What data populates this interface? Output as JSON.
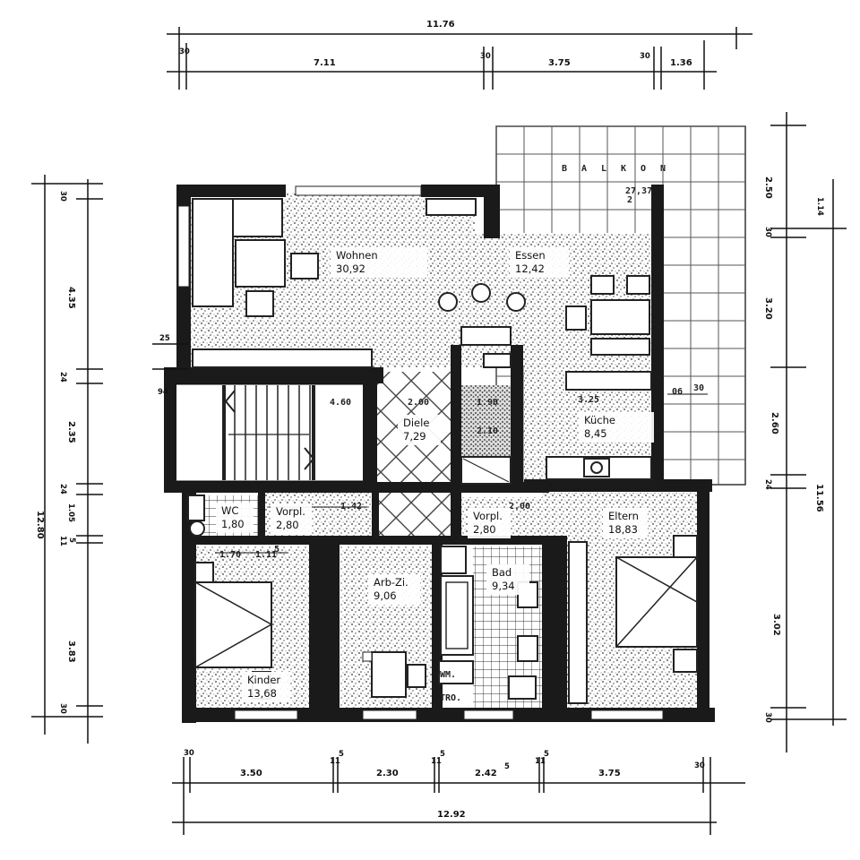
{
  "balcony": {
    "title": "BALKON",
    "area": "27,37",
    "area_fraction": "2"
  },
  "rooms": {
    "wohnen": {
      "name": "Wohnen",
      "area": "30,92"
    },
    "essen": {
      "name": "Essen",
      "area": "12,42"
    },
    "diele": {
      "name": "Diele",
      "area": "7,29"
    },
    "kueche": {
      "name": "Küche",
      "area": "8,45"
    },
    "wc": {
      "name": "WC",
      "area": "1,80"
    },
    "vorpl_left": {
      "name": "Vorpl.",
      "area": "2,80"
    },
    "vorpl_right": {
      "name": "Vorpl.",
      "area": "2,80"
    },
    "eltern": {
      "name": "Eltern",
      "area": "18,83"
    },
    "arbzi": {
      "name": "Arb-Zi.",
      "area": "9,06"
    },
    "bad": {
      "name": "Bad",
      "area": "9,34"
    },
    "kinder": {
      "name": "Kinder",
      "area": "13,68"
    }
  },
  "top_dims": {
    "total": "11.76",
    "a": "30",
    "b": "7.11",
    "c": "30",
    "d": "3.75",
    "e": "30",
    "f": "1.36"
  },
  "bottom_dims": {
    "total": "12.92",
    "a": "30",
    "b": "3.50",
    "c": "11",
    "c_sup": "5",
    "d": "2.30",
    "e": "11",
    "e_sup": "5",
    "f": "2.42",
    "f_sup": "5",
    "g": "11",
    "g_sup": "5",
    "h": "3.75",
    "i": "30"
  },
  "left_dims": {
    "total": "12.80",
    "a": "30",
    "b": "4.35",
    "c": "24",
    "d": "2.35",
    "e": "24",
    "f": "1.05",
    "g": "11",
    "g_sup": "5",
    "h": "3.83",
    "i": "30",
    "j": "25"
  },
  "right_dims": {
    "total": "11.56",
    "a": "2.50",
    "b": "1.14",
    "c": "30",
    "d": "3.20",
    "e": "2.60",
    "f": "24",
    "g": "3.02",
    "h": "30"
  },
  "inner_notes": {
    "stair": "4.60",
    "diele_w": "2.00",
    "wc_top": "1.90",
    "wc_mid": "2.10",
    "kueche_w": "3.25",
    "dim_06": "06",
    "dim_30": "30",
    "vorpl_w": "2.00",
    "vorpl_left_w": "1.42",
    "kinder_w": "1.70",
    "kinder_w2": "1.11",
    "kinder_sup": "5",
    "wm": "WM.",
    "tro": "TRO.",
    "left_mark": "94"
  }
}
